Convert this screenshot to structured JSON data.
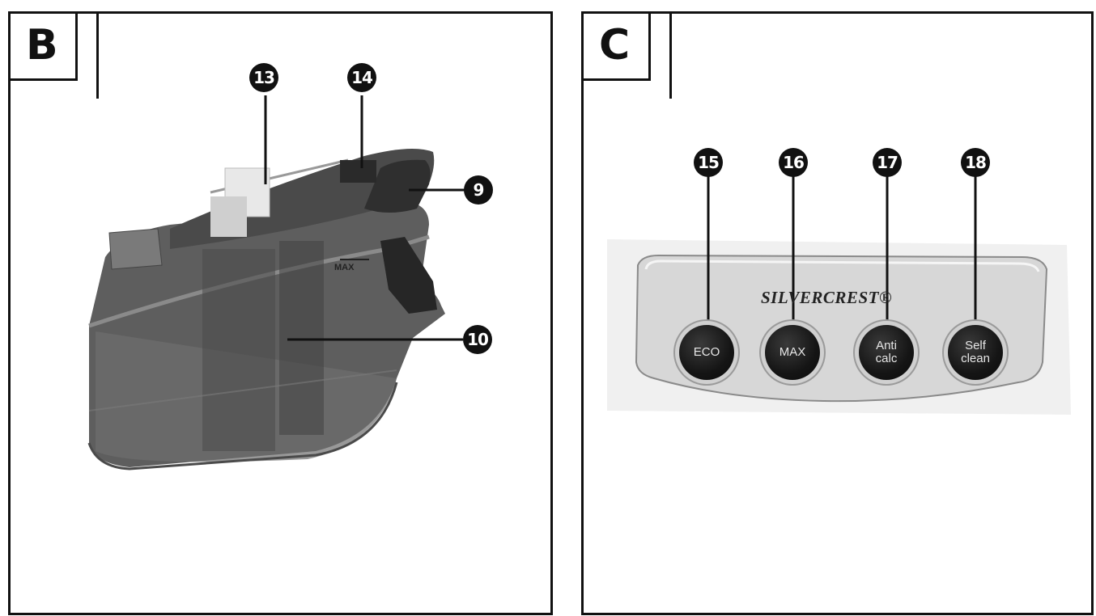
{
  "panel_b": {
    "letter": "B",
    "callouts": {
      "c13": "13",
      "c14": "14",
      "c9": "9",
      "c10": "10"
    },
    "max_mark": "MAX"
  },
  "panel_c": {
    "letter": "C",
    "callouts": {
      "c15": "15",
      "c16": "16",
      "c17": "17",
      "c18": "18"
    },
    "brand": "SILVERCREST®",
    "buttons": {
      "eco": "ECO",
      "max": "MAX",
      "anticalc_1": "Anti",
      "anticalc_2": "calc",
      "selfclean_1": "Self",
      "selfclean_2": "clean"
    }
  }
}
